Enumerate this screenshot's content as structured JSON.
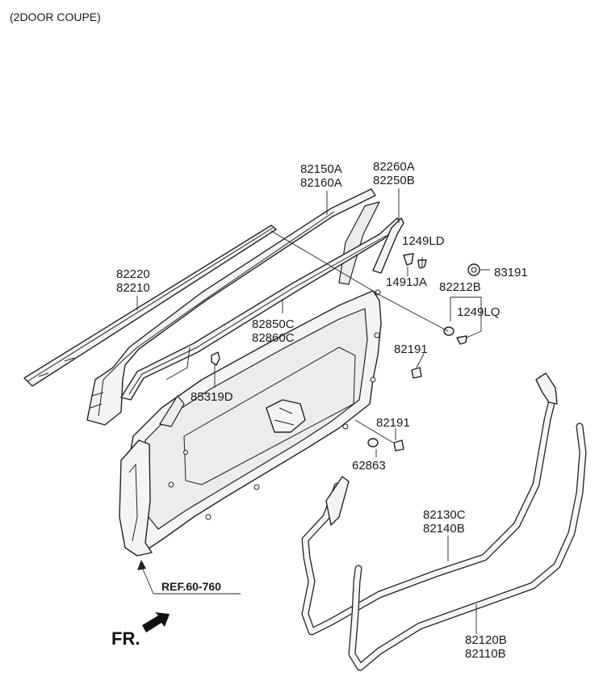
{
  "header": {
    "title": "(2DOOR COUPE)"
  },
  "parts": {
    "p82150A": "82150A",
    "p82160A": "82160A",
    "p82260A": "82260A",
    "p82250B": "82250B",
    "p1249LD": "1249LD",
    "p83191": "83191",
    "p1491JA": "1491JA",
    "p82212B": "82212B",
    "p1249LQ": "1249LQ",
    "p82220": "82220",
    "p82210": "82210",
    "p82850C": "82850C",
    "p82860C": "82860C",
    "p82191a": "82191",
    "p85319D": "85319D",
    "p82191b": "82191",
    "p62863": "62863",
    "p82130C": "82130C",
    "p82140B": "82140B",
    "p82120B": "82120B",
    "p82110B": "82110B"
  },
  "reference": "REF.60-760",
  "direction": "FR."
}
